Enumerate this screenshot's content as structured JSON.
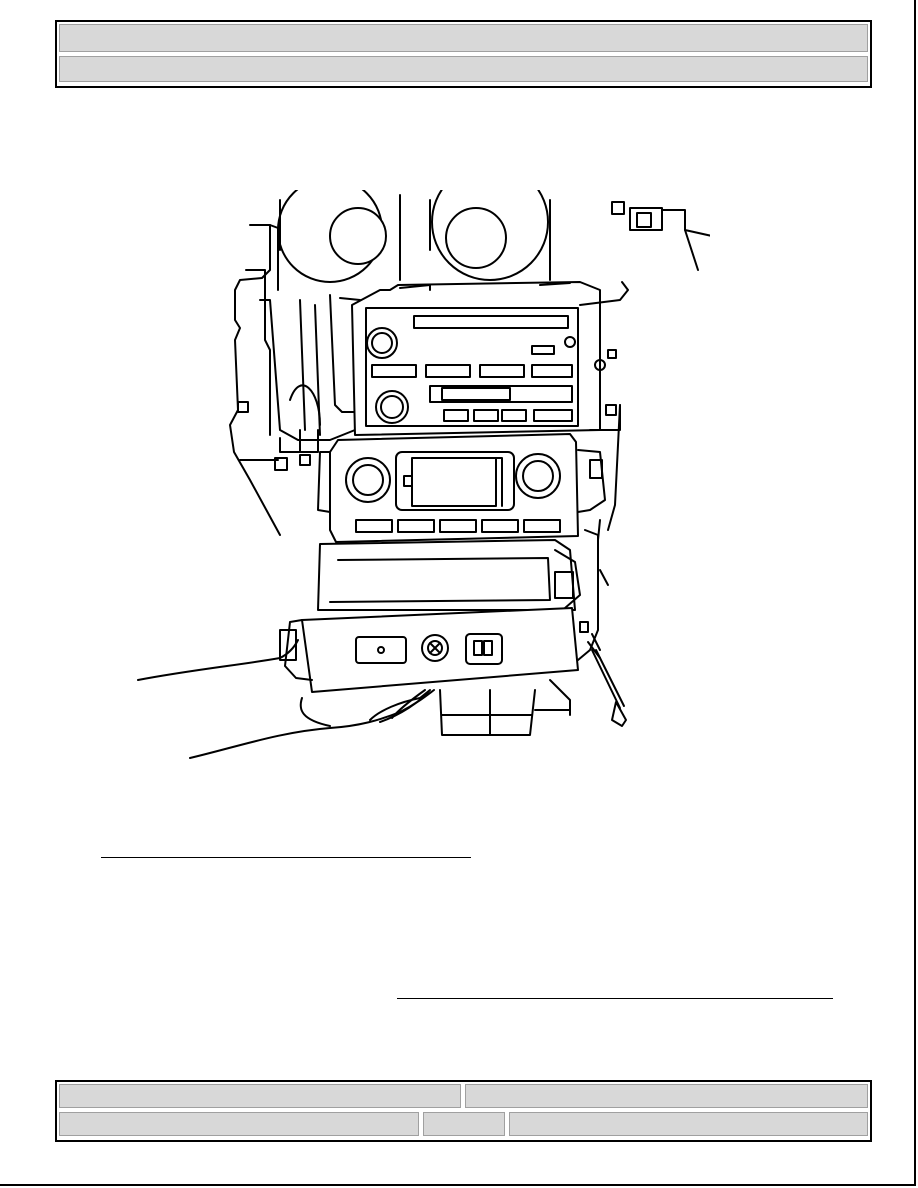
{
  "header": {
    "row1": "",
    "row2": ""
  },
  "footer": {
    "left_top": "",
    "right_top": "",
    "left_bottom": "",
    "middle_bottom": "",
    "right_bottom": ""
  },
  "figure": {
    "subject": "center-console-accessory-panel-removal",
    "icons": [
      "radio-unit",
      "hvac-control",
      "accessory-panel",
      "screw",
      "hands"
    ]
  }
}
